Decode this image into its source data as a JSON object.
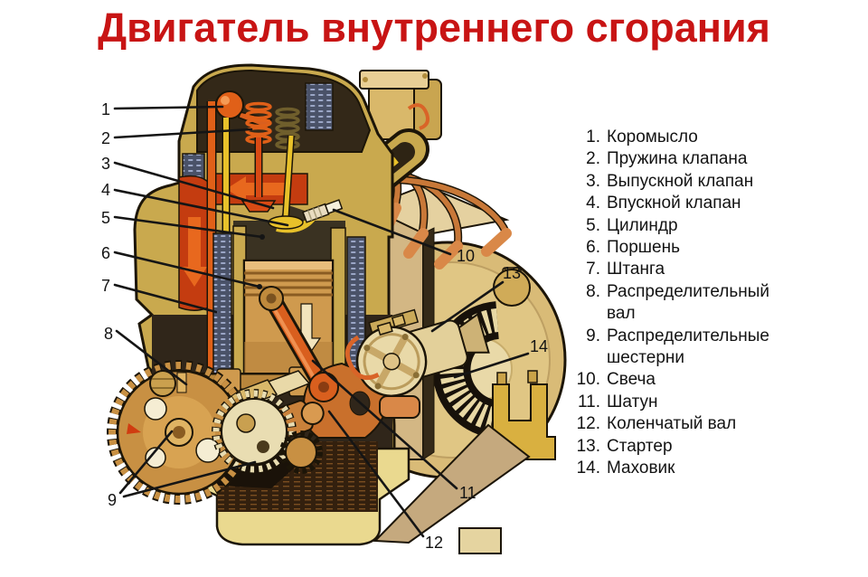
{
  "title": "Двигатель внутреннего сгорания",
  "legend": {
    "items": [
      {
        "num": "1.",
        "label": "Коромысло"
      },
      {
        "num": "2.",
        "label": "Пружина клапана"
      },
      {
        "num": "3.",
        "label": "Выпускной клапан"
      },
      {
        "num": "4.",
        "label": "Впускной клапан"
      },
      {
        "num": "5.",
        "label": "Цилиндр"
      },
      {
        "num": "6.",
        "label": "Поршень"
      },
      {
        "num": "7.",
        "label": "Штанга"
      },
      {
        "num": "8.",
        "label": "Распределительный вал"
      },
      {
        "num": "9.",
        "label": "Распределительные шестерни"
      },
      {
        "num": "10.",
        "label": "Свеча"
      },
      {
        "num": "11.",
        "label": "Шатун"
      },
      {
        "num": "12.",
        "label": "Коленчатый вал"
      },
      {
        "num": "13.",
        "label": "Стартер"
      },
      {
        "num": "14.",
        "label": "Маховик"
      }
    ]
  },
  "callouts": [
    "1",
    "2",
    "3",
    "4",
    "5",
    "6",
    "7",
    "8",
    "9",
    "10",
    "11",
    "12",
    "13",
    "14"
  ],
  "colors": {
    "background": "#ffffff",
    "title_red": "#c81414",
    "text": "#131313",
    "leader_line": "#151515",
    "engine_gold": "#c9a94e",
    "engine_tan": "#d3b784",
    "engine_cream": "#ead98f",
    "dark_interior": "#332818",
    "exhaust_red": "#c43c10",
    "part_orange": "#d95f1e",
    "valve_yellow": "#e8c12a",
    "water_jacket_blue": "#9ba6c6",
    "oil_brown": "#33200e"
  }
}
